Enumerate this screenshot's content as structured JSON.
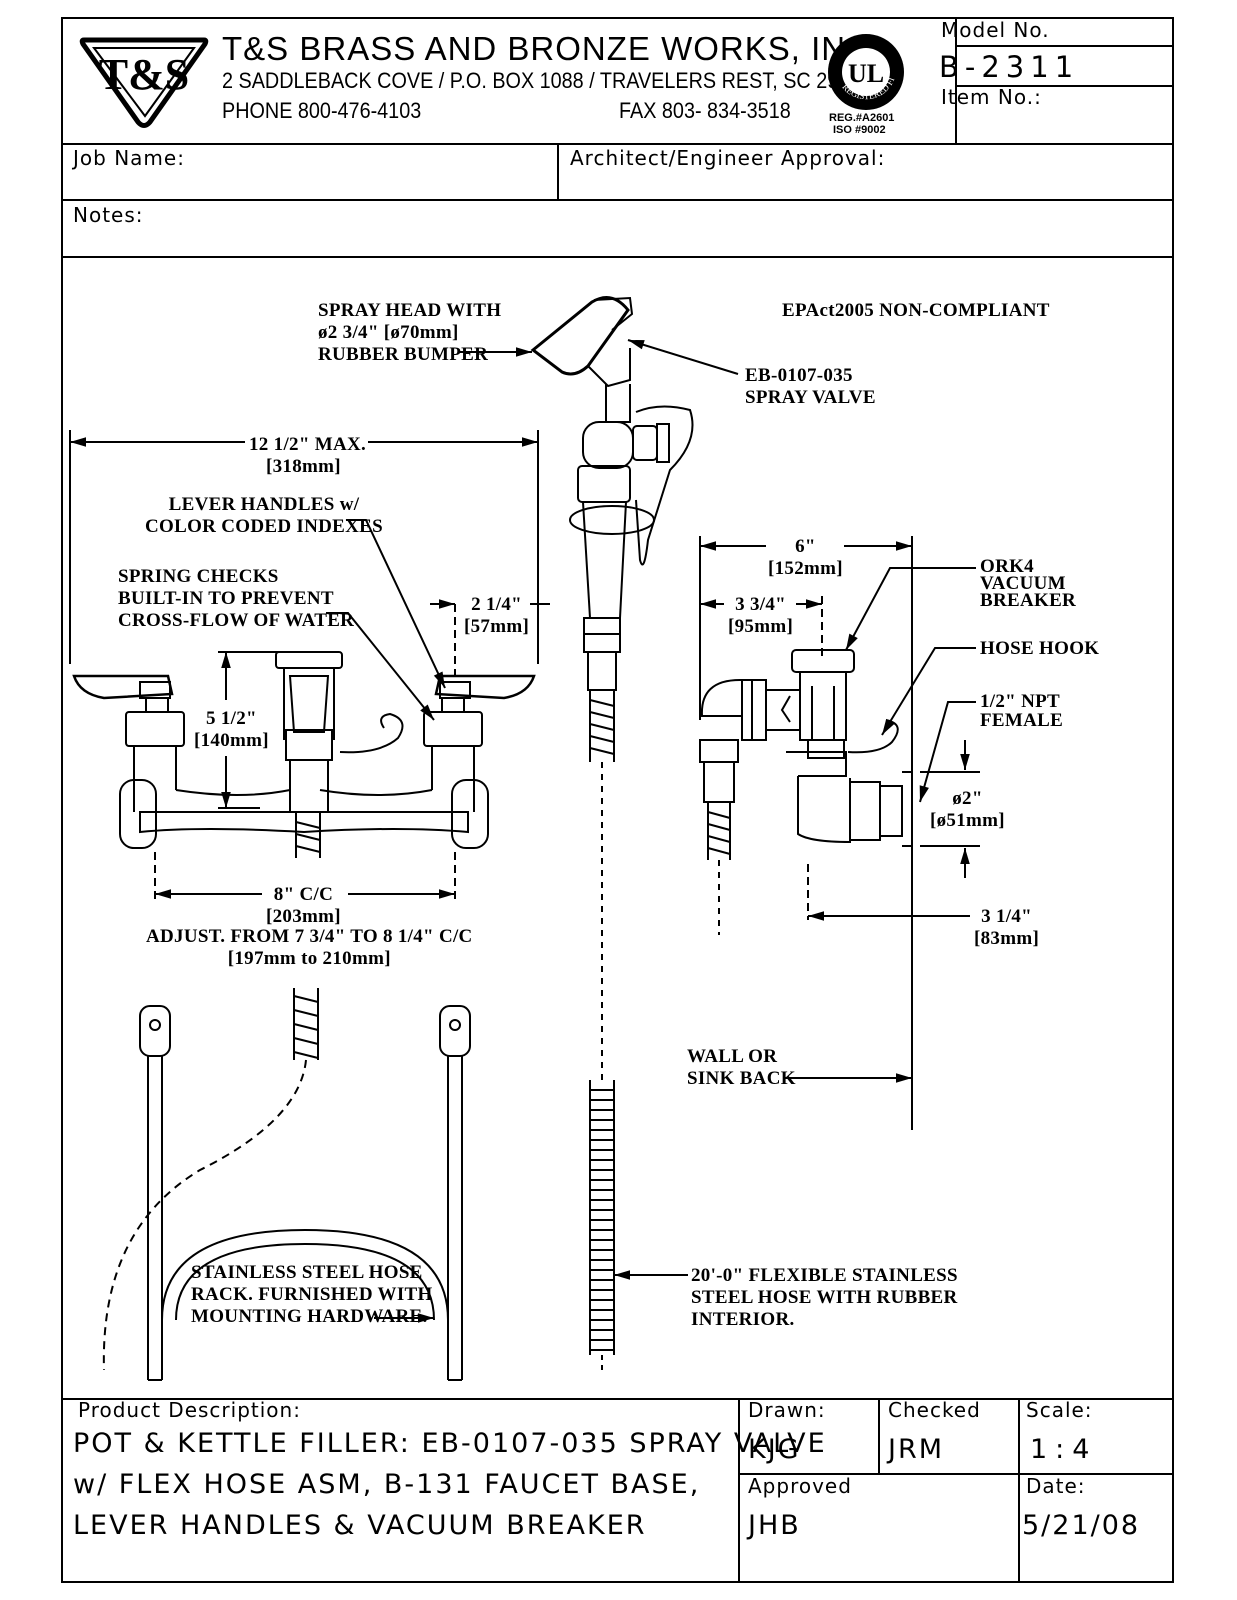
{
  "company": {
    "logo_text": "T&S",
    "name": "T&S BRASS AND BRONZE WORKS, INC.",
    "address": "2 SADDLEBACK COVE / P.O. BOX 1088 / TRAVELERS REST, SC 29690",
    "phone": "PHONE 800-476-4103",
    "fax": "FAX  803- 834-3518",
    "ul_mark": "UL",
    "ul_ring": "REGISTERED FIRM",
    "reg": "REG.#A2601",
    "iso": "ISO #9002"
  },
  "title_block": {
    "model_label": "Model No.",
    "model_value": "B-2311",
    "item_label": "Item No.:",
    "job_label": "Job Name:",
    "approval_label": "Architect/Engineer Approval:",
    "notes_label": "Notes:"
  },
  "callouts": {
    "spray_head": "SPRAY HEAD WITH\nø2 3/4\" [ø70mm]\nRUBBER BUMPER",
    "epact": "EPAct2005 NON-COMPLIANT",
    "spray_valve": "EB-0107-035\nSPRAY VALVE",
    "max_width": "12 1/2\" MAX.",
    "max_width_mm": "[318mm]",
    "lever_handles": "LEVER HANDLES w/\nCOLOR CODED INDEXES",
    "spring_checks": "SPRING CHECKS\nBUILT-IN TO PREVENT\nCROSS-FLOW OF WATER",
    "dim_2_1_4": "2 1/4\"\n[57mm]",
    "dim_5_1_2": "5 1/2\"\n[140mm]",
    "dim_6": "6\"\n[152mm]",
    "dim_3_3_4": "3 3/4\"\n[95mm]",
    "vacuum_breaker": "ORK4\nVACUUM\nBREAKER",
    "hose_hook": "HOSE HOOK",
    "npt": "1/2\" NPT\nFEMALE",
    "dia_2": "ø2\"\n[ø51mm]",
    "dim_8_cc": "8\" C/C\n[203mm]",
    "adjust": "ADJUST. FROM 7 3/4\" TO 8 1/4\" C/C\n[197mm to 210mm]",
    "dim_3_1_4": "3 1/4\"\n[83mm]",
    "wall": "WALL OR\nSINK BACK",
    "hose_rack": "STAINLESS STEEL HOSE\nRACK. FURNISHED WITH\nMOUNTING HARDWARE.",
    "flex_hose": "20'-0\" FLEXIBLE STAINLESS\nSTEEL HOSE WITH RUBBER\nINTERIOR."
  },
  "footer": {
    "product_label": "Product Description:",
    "desc_line1": "POT & KETTLE FILLER: EB-0107-035 SPRAY VALVE",
    "desc_line2": "w/ FLEX HOSE ASM, B-131 FAUCET BASE,",
    "desc_line3": "LEVER HANDLES & VACUUM BREAKER",
    "drawn_label": "Drawn:",
    "drawn_value": "KJG",
    "checked_label": "Checked",
    "checked_value": "JRM",
    "scale_label": "Scale:",
    "scale_value": "1:4",
    "approved_label": "Approved",
    "approved_value": "JHB",
    "date_label": "Date:",
    "date_value": "5/21/08"
  }
}
